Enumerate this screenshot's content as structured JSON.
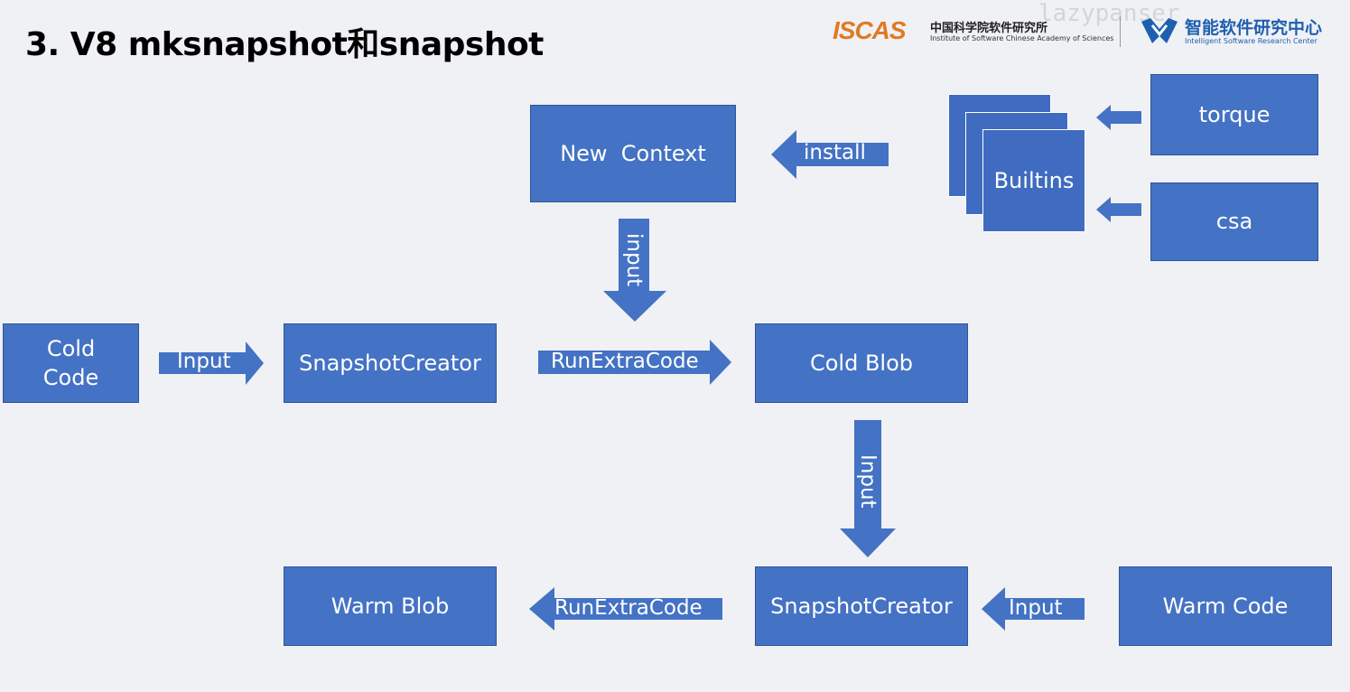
{
  "slide": {
    "title": "3. V8 mksnapshot和snapshot",
    "watermark": "lazypanser",
    "logos": {
      "iscas_mark": "ISCAS",
      "iscas_name_cn": "中国科学院软件研究所",
      "iscas_name_en": "Institute of Software Chinese Academy of Sciences",
      "isrc_name_cn": "智能软件研究中心",
      "isrc_name_en": "Intelligent Software Research Center"
    }
  },
  "colors": {
    "box_fill": "#4472c4",
    "box_border": "#2f5597",
    "background": "#f0f1f5",
    "logo_orange": "#e07a22",
    "logo_blue": "#1f5fb0"
  },
  "nodes": {
    "new_context": "New  Context",
    "builtins": "Builtins",
    "torque": "torque",
    "csa": "csa",
    "cold_code_line1": "Cold",
    "cold_code_line2": "Code",
    "snapshot_creator_1": "SnapshotCreator",
    "cold_blob": "Cold Blob",
    "warm_blob": "Warm Blob",
    "snapshot_creator_2": "SnapshotCreator",
    "warm_code": "Warm Code"
  },
  "edges": {
    "install": "install",
    "input_new_context": "input",
    "input_cold_code": "Input",
    "run_extra_code_1": "RunExtraCode",
    "input_cold_blob": "Input",
    "run_extra_code_2": "RunExtraCode",
    "input_warm_code": "Input"
  }
}
